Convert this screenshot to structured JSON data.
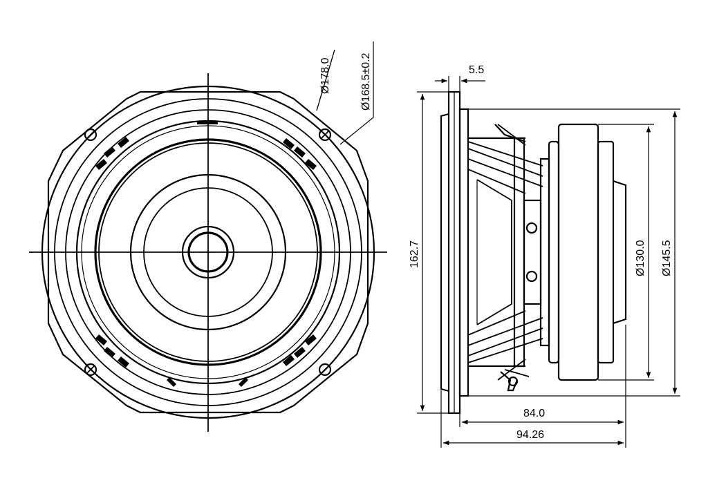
{
  "dimensions": {
    "outer_diameter": "Ø178.0",
    "bolt_circle": "Ø168.5±0.2",
    "flange_thickness": "5.5",
    "overall_height": "162.7",
    "magnet_diameter": "Ø130.0",
    "basket_diameter": "Ø145.5",
    "depth_behind_flange": "84.0",
    "overall_depth": "94.26"
  },
  "colors": {
    "line": "#000000",
    "background": "#ffffff"
  }
}
